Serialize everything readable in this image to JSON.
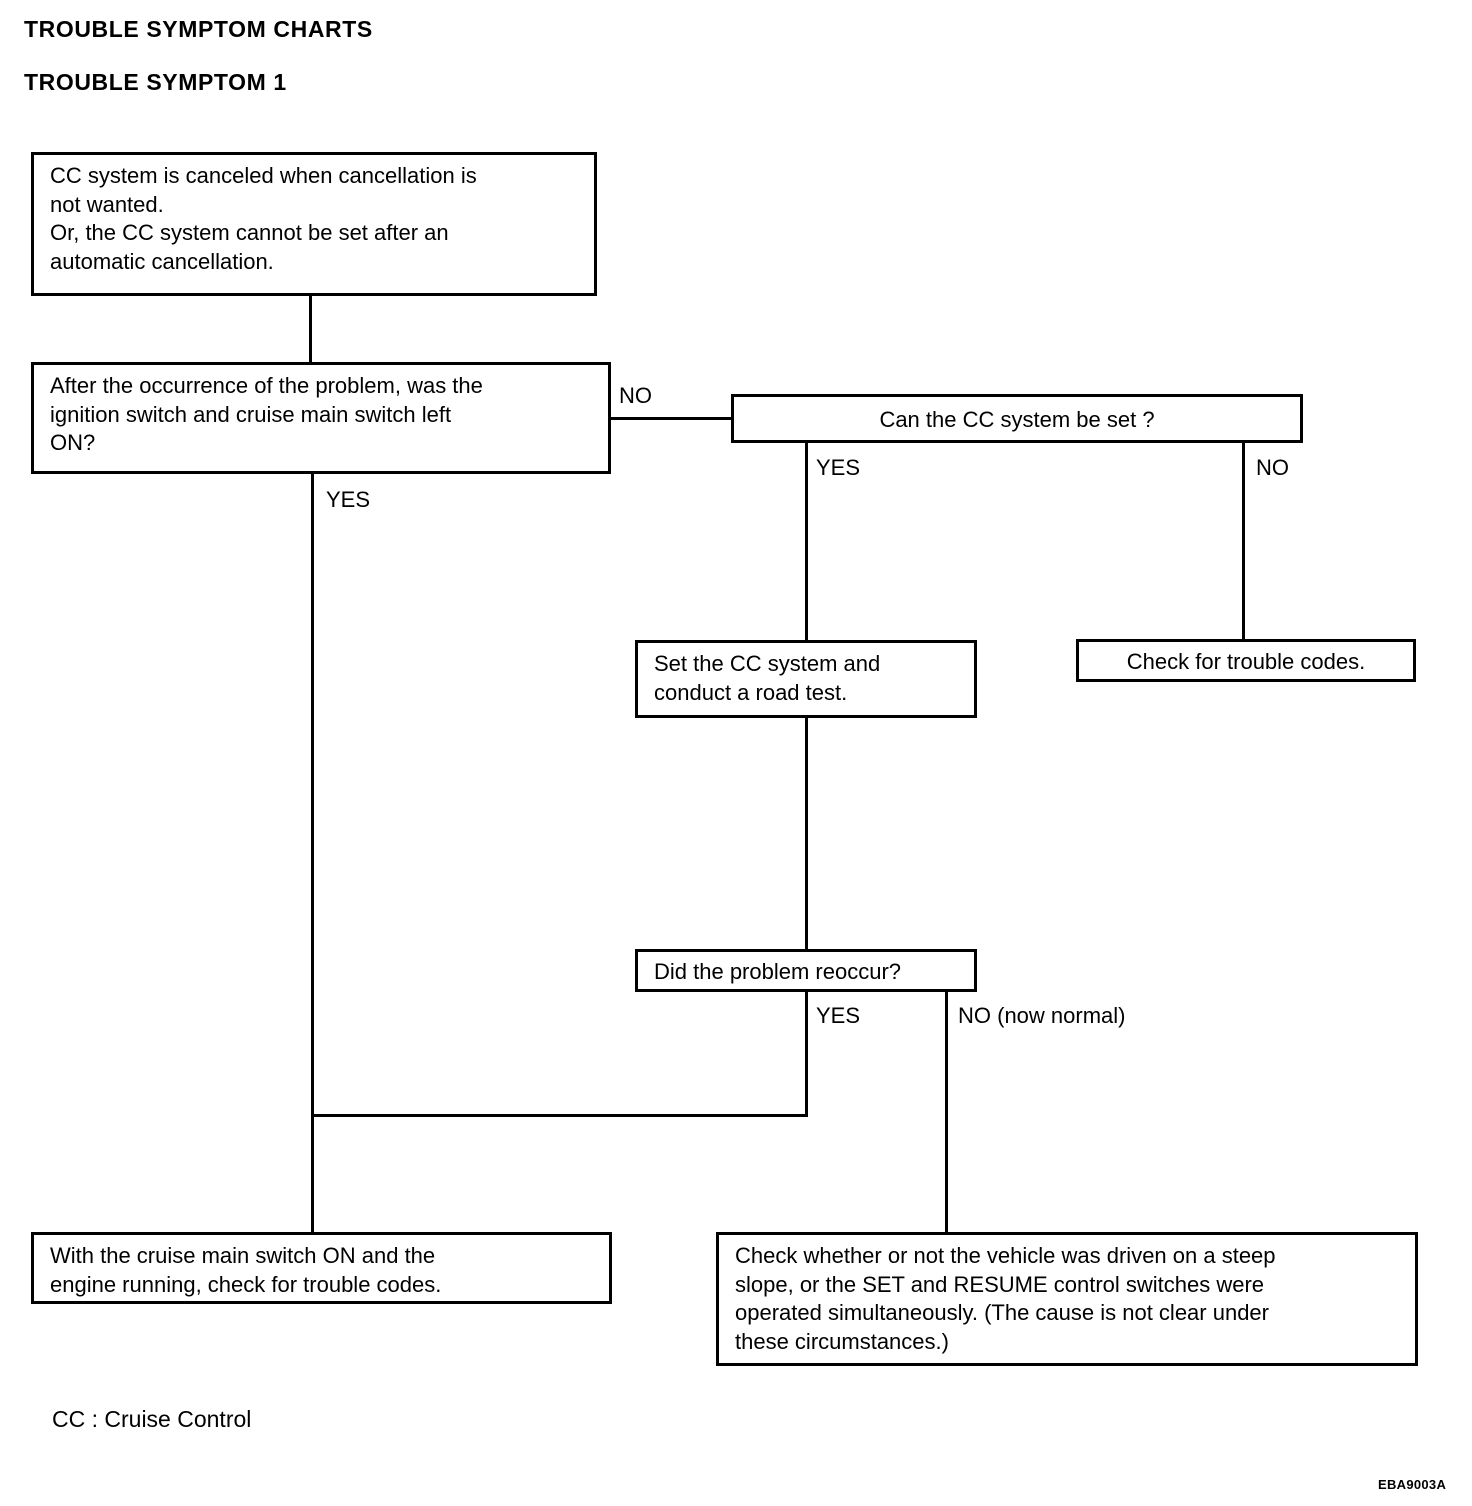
{
  "document": {
    "title": "TROUBLE SYMPTOM CHARTS",
    "subtitle": "TROUBLE SYMPTOM 1",
    "legend": "CC : Cruise Control",
    "figure_code": "EBA9003A"
  },
  "chart_data": {
    "type": "diagram",
    "diagram_type": "flowchart",
    "title": "TROUBLE SYMPTOM 1",
    "nodes": [
      {
        "id": "symptom",
        "shape": "rectangle",
        "lines": [
          "CC system is canceled when cancellation is",
          "not wanted.",
          "Or, the CC system cannot be set after an",
          "automatic cancellation."
        ]
      },
      {
        "id": "q-ignition",
        "shape": "rectangle",
        "lines": [
          "After the occurrence of the problem, was the",
          "ignition switch and cruise main switch left",
          "ON?"
        ]
      },
      {
        "id": "q-can-set",
        "shape": "rectangle",
        "lines": [
          "Can the CC system be set ?"
        ]
      },
      {
        "id": "set-road-test",
        "shape": "rectangle",
        "lines": [
          "Set the CC system and",
          "conduct a road test."
        ]
      },
      {
        "id": "check-trouble-codes",
        "shape": "rectangle",
        "lines": [
          "Check for trouble codes."
        ]
      },
      {
        "id": "q-reoccur",
        "shape": "rectangle",
        "lines": [
          "Did the problem reoccur?"
        ]
      },
      {
        "id": "check-with-switch-on",
        "shape": "rectangle",
        "lines": [
          "With the cruise main switch ON and the",
          "engine running, check for trouble codes."
        ]
      },
      {
        "id": "check-steep-slope",
        "shape": "rectangle",
        "lines": [
          "Check whether or not the vehicle was driven on a steep",
          "slope, or the SET and RESUME control switches were",
          "operated simultaneously. (The cause is not clear under",
          "these circumstances.)"
        ]
      }
    ],
    "edges": [
      {
        "from": "symptom",
        "to": "q-ignition",
        "label": ""
      },
      {
        "from": "q-ignition",
        "to": "q-can-set",
        "label": "NO"
      },
      {
        "from": "q-ignition",
        "to": "check-with-switch-on",
        "label": "YES"
      },
      {
        "from": "q-can-set",
        "to": "set-road-test",
        "label": "YES"
      },
      {
        "from": "q-can-set",
        "to": "check-trouble-codes",
        "label": "NO"
      },
      {
        "from": "set-road-test",
        "to": "q-reoccur",
        "label": ""
      },
      {
        "from": "q-reoccur",
        "to": "check-with-switch-on",
        "label": "YES"
      },
      {
        "from": "q-reoccur",
        "to": "check-steep-slope",
        "label": "NO (now normal)"
      }
    ],
    "branch_labels": [
      "NO",
      "YES",
      "YES",
      "NO",
      "YES",
      "NO (now normal)"
    ]
  },
  "boxes": {
    "symptom": {
      "l1": "CC system is canceled when cancellation is",
      "l2": "not wanted.",
      "l3": "Or, the CC system cannot be set after an",
      "l4": "automatic cancellation."
    },
    "q_ignition": {
      "l1": "After the occurrence of the problem, was the",
      "l2": "ignition switch and cruise main switch left",
      "l3": "ON?"
    },
    "q_can_set": {
      "l1": "Can the CC system be set ?"
    },
    "set_road_test": {
      "l1": "Set the CC system and",
      "l2": "conduct a road test."
    },
    "check_trouble_codes": {
      "l1": "Check for trouble codes."
    },
    "q_reoccur": {
      "l1": "Did the problem reoccur?"
    },
    "check_with_switch_on": {
      "l1": "With the cruise main switch ON and the",
      "l2": "engine running, check for trouble codes."
    },
    "check_steep_slope": {
      "l1": "Check whether or not the vehicle was driven on a steep",
      "l2": "slope, or the SET and RESUME control switches were",
      "l3": "operated simultaneously. (The cause is not clear under",
      "l4": "these circumstances.)"
    }
  },
  "labels": {
    "ignition_no": "NO",
    "ignition_yes": "YES",
    "can_set_yes": "YES",
    "can_set_no": "NO",
    "reoccur_yes": "YES",
    "reoccur_no": "NO (now normal)"
  }
}
